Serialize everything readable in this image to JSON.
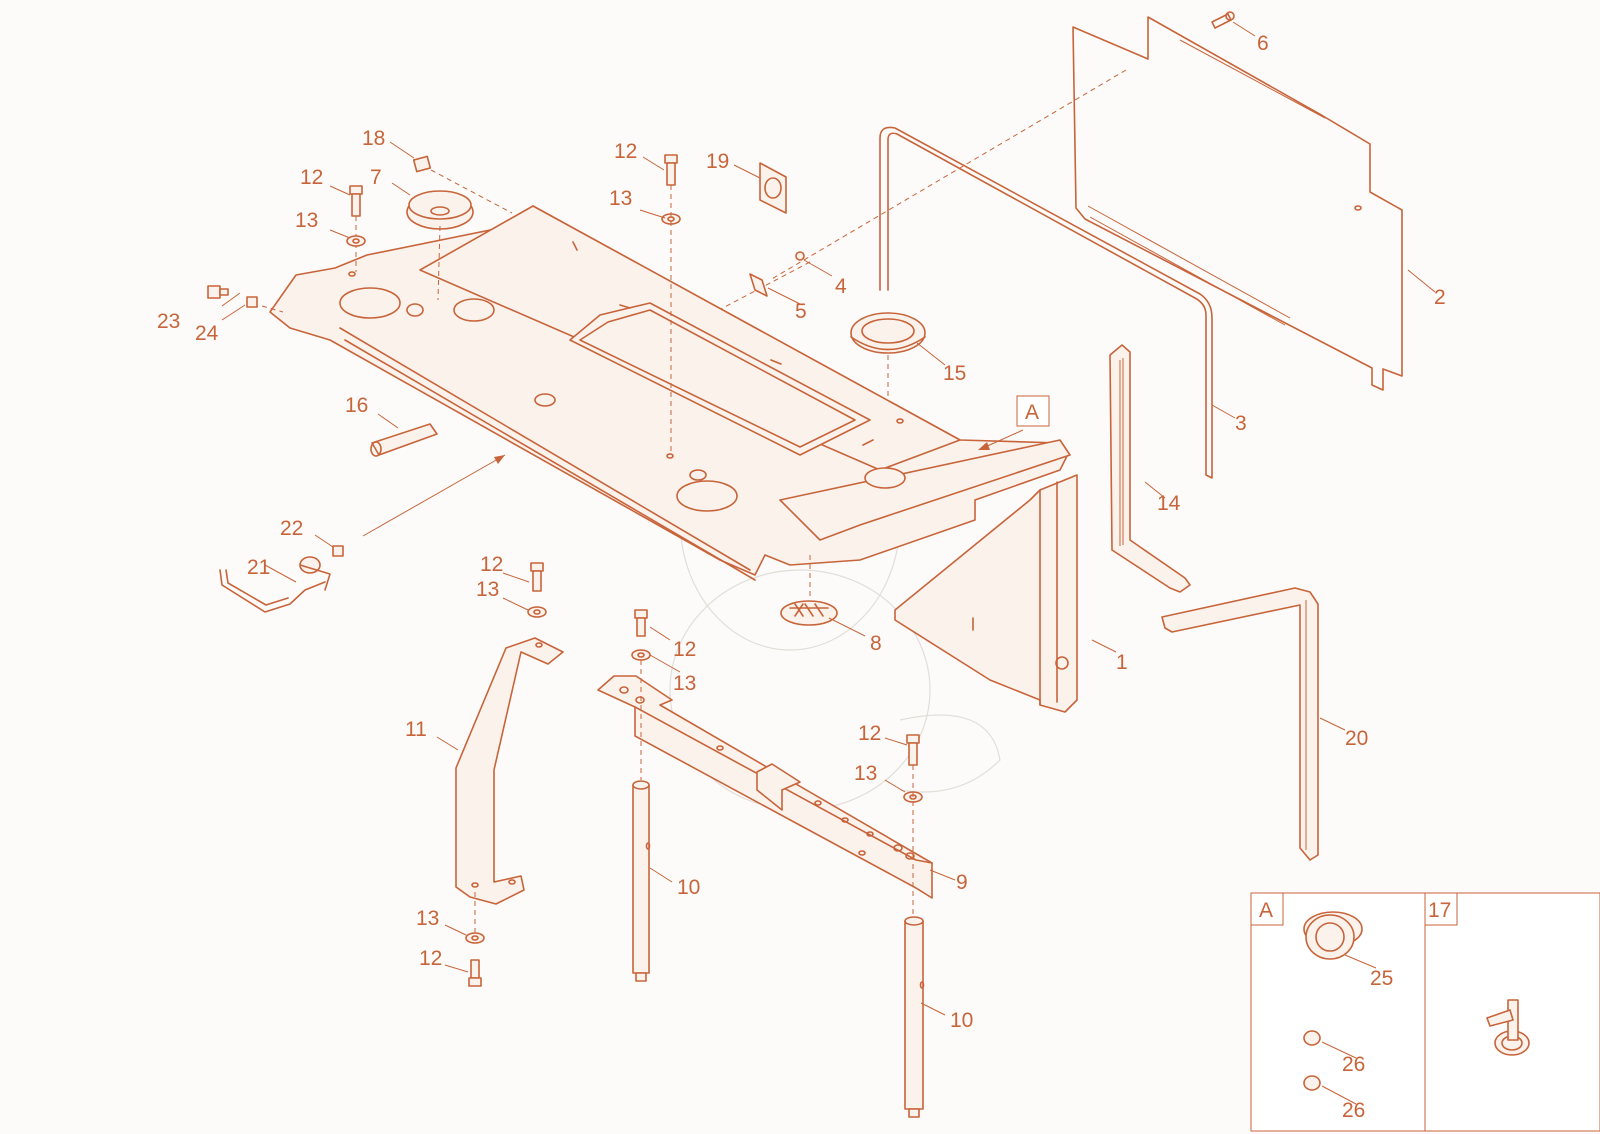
{
  "diagram": {
    "callouts": {
      "c1": "1",
      "c2": "2",
      "c3": "3",
      "c4": "4",
      "c5": "5",
      "c6": "6",
      "c7": "7",
      "c8": "8",
      "c9": "9",
      "c10a": "10",
      "c10b": "10",
      "c11": "11",
      "c12a": "12",
      "c12b": "12",
      "c12c": "12",
      "c12d": "12",
      "c12e": "12",
      "c12f": "12",
      "c13a": "13",
      "c13b": "13",
      "c13c": "13",
      "c13d": "13",
      "c13e": "13",
      "c13f": "13",
      "c14": "14",
      "c15": "15",
      "c16": "16",
      "c18": "18",
      "c19": "19",
      "c20": "20",
      "c21": "21",
      "c22": "22",
      "c23": "23",
      "c24": "24",
      "c25": "25",
      "c26a": "26",
      "c26b": "26"
    },
    "detail_ref": "A",
    "inset_a_label": "A",
    "inset_17_label": "17"
  },
  "colors": {
    "line": "#c8643a",
    "background": "#fcfbf9"
  }
}
